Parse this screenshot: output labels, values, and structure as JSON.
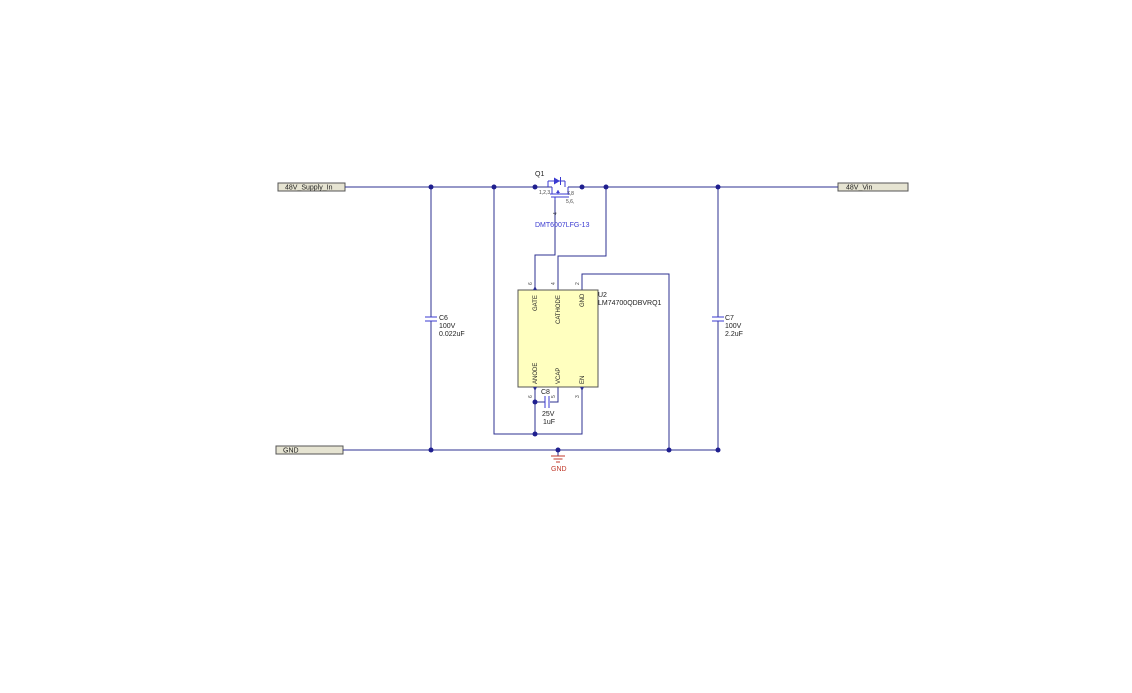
{
  "ports": {
    "supply_in": "48V_Supply_In",
    "vin": "48V_Vin",
    "gnd": "GND"
  },
  "q1": {
    "ref": "Q1",
    "part": "DMT6007LFG-13",
    "pins_source": "1,2,3",
    "pins_drain": "7,8",
    "pins_drain2": "5,6,",
    "pin_gate": "4"
  },
  "u2": {
    "ref": "U2",
    "part": "LM74700QDBVRQ1",
    "pins": {
      "gate": "GATE",
      "gate_num": "6",
      "cathode": "CATHODE",
      "cathode_num": "4",
      "gnd": "GND",
      "gnd_num": "2",
      "anode": "ANODE",
      "anode_num": "6",
      "vcap": "VCAP",
      "vcap_num": "5",
      "en": "EN",
      "en_num": "3"
    }
  },
  "c6": {
    "ref": "C6",
    "voltage": "100V",
    "value": "0.022uF"
  },
  "c7": {
    "ref": "C7",
    "voltage": "100V",
    "value": "2.2uF"
  },
  "c8": {
    "ref": "C8",
    "voltage": "25V",
    "value": "1uF"
  },
  "gnd_symbol": {
    "label": "GND"
  },
  "colors": {
    "wire": "#2e3192",
    "component": "#3a3ad0",
    "ic_fill": "#ffffbf",
    "ground_symbol": "#c0392b",
    "port_fill": "#e6e4d2"
  }
}
